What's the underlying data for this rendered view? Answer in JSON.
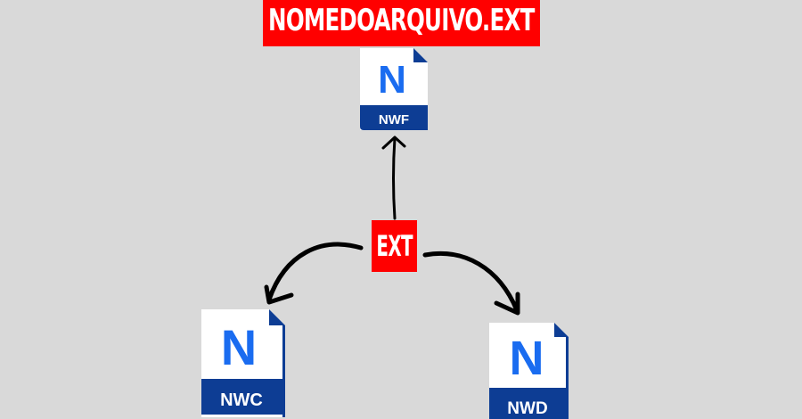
{
  "title": "NOMEDOARQUIVO.EXT",
  "center_label": "EXT",
  "colors": {
    "background": "#d9d9d9",
    "label_red": "#ff0000",
    "icon_blue_letter": "#1a6cf0",
    "icon_band_blue": "#0d3d94",
    "arrow": "#000000"
  },
  "files": [
    {
      "id": "nwf",
      "letter": "N",
      "ext": "NWF",
      "position": "top"
    },
    {
      "id": "nwc",
      "letter": "N",
      "ext": "NWC",
      "position": "bottom-left"
    },
    {
      "id": "nwd",
      "letter": "N",
      "ext": "NWD",
      "position": "bottom-right"
    }
  ]
}
